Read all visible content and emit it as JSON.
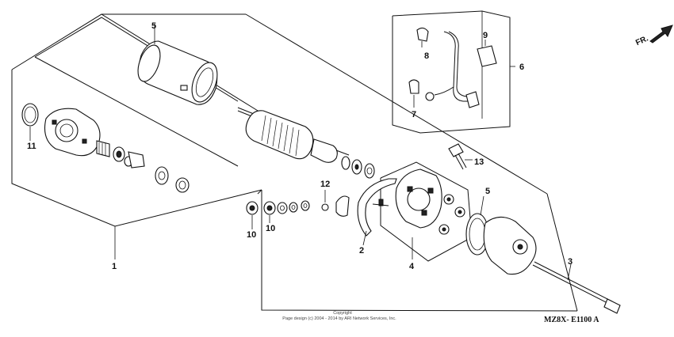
{
  "diagram": {
    "callouts": {
      "c1": "1",
      "c2": "2",
      "c3": "3",
      "c4": "4",
      "c5a": "5",
      "c5b": "5",
      "c6": "6",
      "c7": "7",
      "c8": "8",
      "c9": "9",
      "c10a": "10",
      "c10b": "10",
      "c11": "11",
      "c12": "12",
      "c13": "13"
    },
    "copyright_line1": "Copyright",
    "copyright_line2": "Page design (c) 2004 - 2014 by ARI Network Services, Inc.",
    "diagram_code": "MZ8X- E1100 A",
    "direction_label": "FR."
  }
}
